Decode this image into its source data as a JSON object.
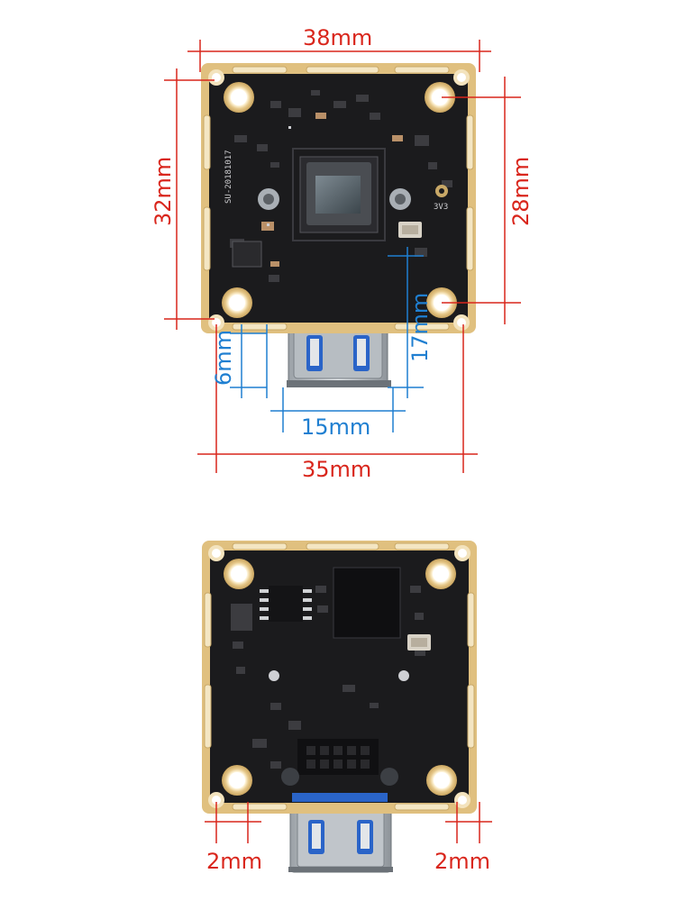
{
  "dimensions": {
    "top_width": "38mm",
    "left_height": "32mm",
    "right_height": "28mm",
    "usb_height": "17mm",
    "usb_offset": "6mm",
    "usb_width": "15mm",
    "bottom_width": "35mm",
    "back_left_margin": "2mm",
    "back_right_margin": "2mm"
  },
  "silkscreen": {
    "board_id": "SU-20181017",
    "power_label": "3V3"
  },
  "colors": {
    "dimension_red": "#d9261c",
    "dimension_blue": "#1f7fd1",
    "pcb_black": "#1b1b1d",
    "gold_pad": "#d9b673"
  }
}
